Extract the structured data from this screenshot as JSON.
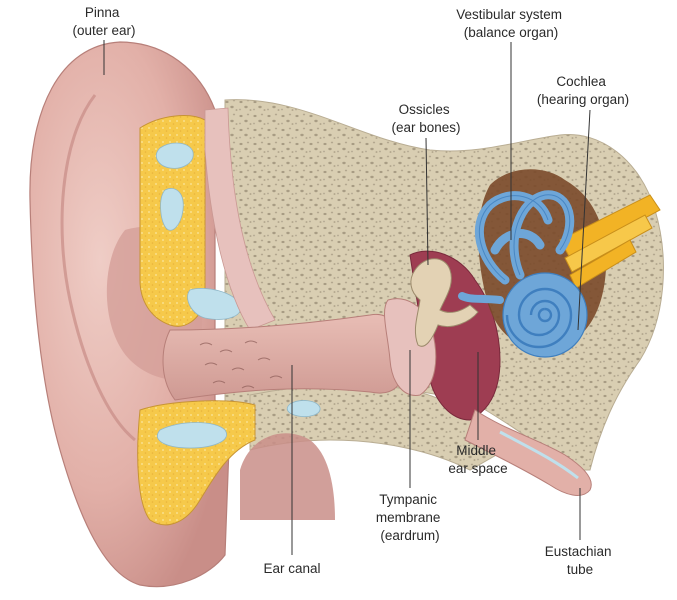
{
  "labels": {
    "pinna": [
      "Pinna",
      "(outer ear)"
    ],
    "vestibular": [
      "Vestibular system",
      "(balance organ)"
    ],
    "cochlea": [
      "Cochlea",
      "(hearing organ)"
    ],
    "ossicles": [
      "Ossicles",
      "(ear bones)"
    ],
    "middle_ear": [
      "Middle",
      "ear space"
    ],
    "tympanic": [
      "Tympanic",
      "membrane",
      "(eardrum)"
    ],
    "ear_canal": [
      "Ear canal"
    ],
    "eustachian": [
      "Eustachian",
      "tube"
    ]
  },
  "colors": {
    "skin": "#e2b0a8",
    "skin_dark": "#c98e88",
    "skin_light": "#efcdc6",
    "bone": "#d9ceb2",
    "bone_speckle": "#a89c84",
    "cartilage": "#f6c94a",
    "fluid": "#bfe0ec",
    "inner_ear": "#6ea6d8",
    "inner_ear_dark": "#3f7fbf",
    "middle_ear": "#9e3d52",
    "membrane": "#e7c1bd",
    "nerve": "#f2b325",
    "text": "#2a2a2a"
  }
}
